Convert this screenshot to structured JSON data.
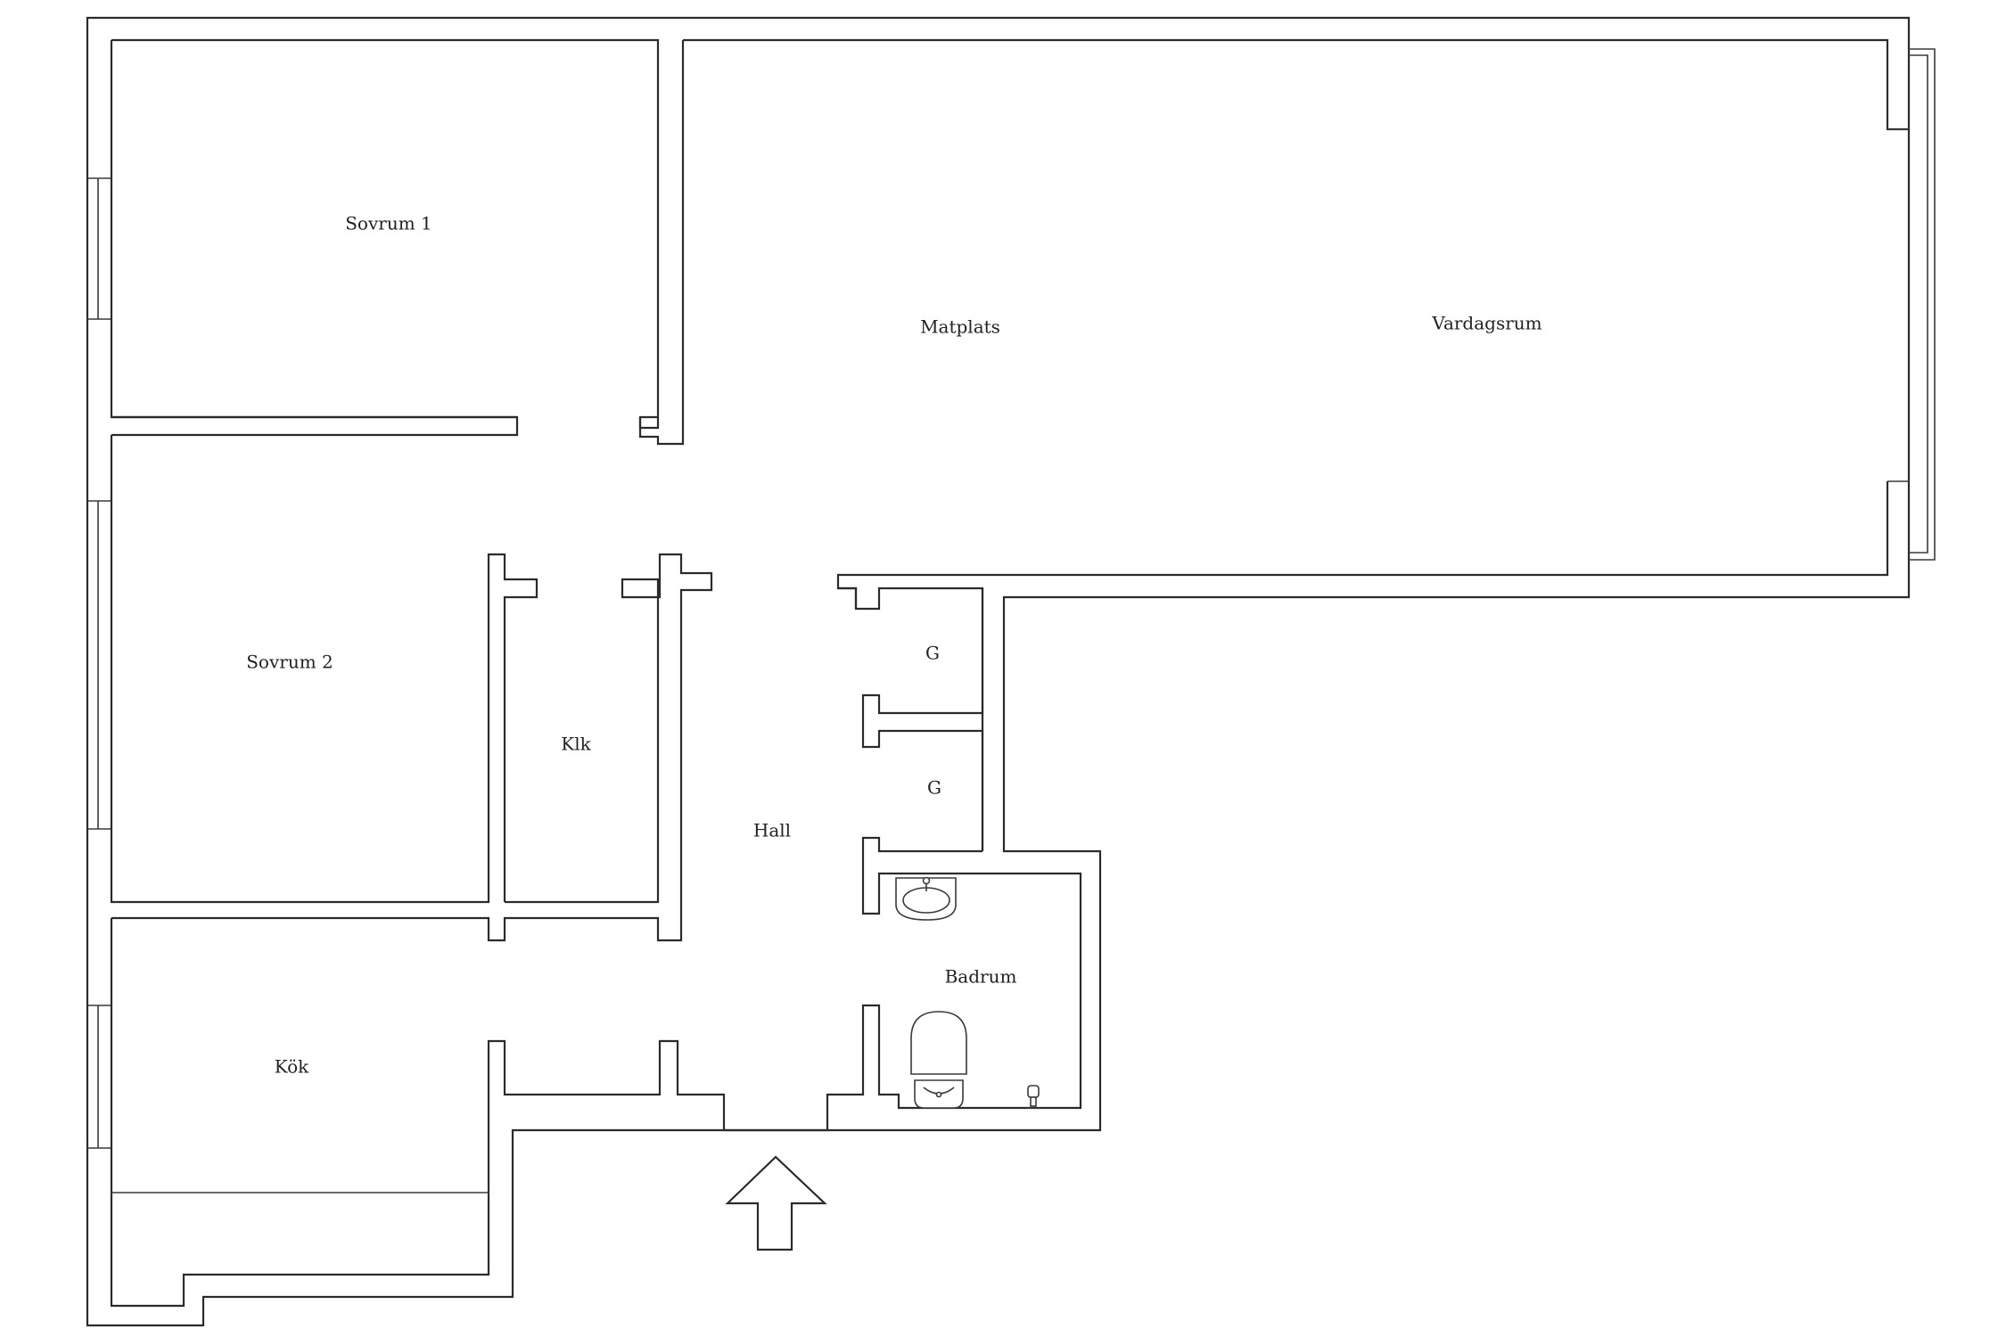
{
  "rooms": {
    "sovrum1": "Sovrum 1",
    "matplats": "Matplats",
    "vardagsrum": "Vardagsrum",
    "sovrum2": "Sovrum 2",
    "klk": "Klk",
    "g1": "G",
    "g2": "G",
    "hall": "Hall",
    "badrum": "Badrum",
    "kok": "Kök"
  },
  "colors": {
    "wall": "#2b2b2b",
    "background": "#ffffff"
  }
}
